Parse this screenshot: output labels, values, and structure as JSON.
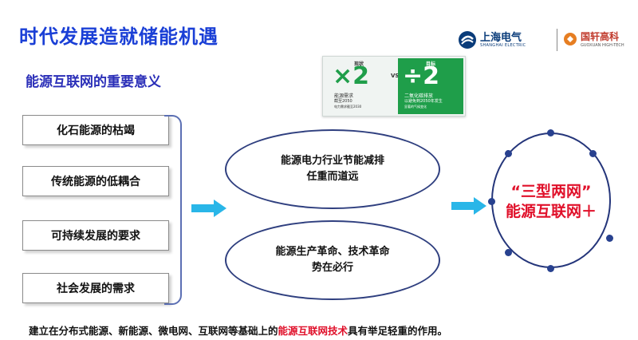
{
  "header": {
    "title": "时代发展造就储能机遇",
    "subtitle": "能源互联网的重要意义"
  },
  "logos": {
    "shanghai_electric": {
      "cn": "上海电气",
      "en": "SHANGHAI ELECTRIC",
      "icon": "shanghai-electric-logo-icon",
      "color": "#0a3c7a"
    },
    "guoxuan": {
      "cn": "国轩高科",
      "en": "GUOXUAN HIGH-TECH",
      "icon": "guoxuan-logo-icon",
      "color": "#c0392b"
    }
  },
  "infobox": {
    "left": {
      "header": "现状",
      "big": "×2",
      "line1": "能源需求",
      "line2": "截至2050",
      "line3": "电力需求截至2030"
    },
    "vs": "VS",
    "right": {
      "header": "目标",
      "big": "÷2",
      "line1": "二氧化碳排放",
      "line2": "以避免到2050年发生",
      "line3": "显著的气候变化"
    },
    "accent": "#1f9e4a"
  },
  "causes": [
    "化石能源的枯竭",
    "传统能源的低耦合",
    "可持续发展的要求",
    "社会发展的需求"
  ],
  "ellipses": [
    {
      "line1": "能源电力行业节能减排",
      "line2": "任重而道远"
    },
    {
      "line1": "能源生产革命、技术革命",
      "line2": "势在必行"
    }
  ],
  "result": {
    "line1": "“三型两网”",
    "line2": "能源互联网＋",
    "color": "#e0102a"
  },
  "footer": {
    "before": "建立在分布式能源、新能源、微电网、互联网等基础上的",
    "highlight": "能源互联网技术",
    "after": "具有举足轻重的作用。"
  },
  "colors": {
    "title": "#1a3fd6",
    "subtitle": "#2b2fb8",
    "arrow": "#29b6e8",
    "ellipse_border": "#2f3f7f"
  }
}
